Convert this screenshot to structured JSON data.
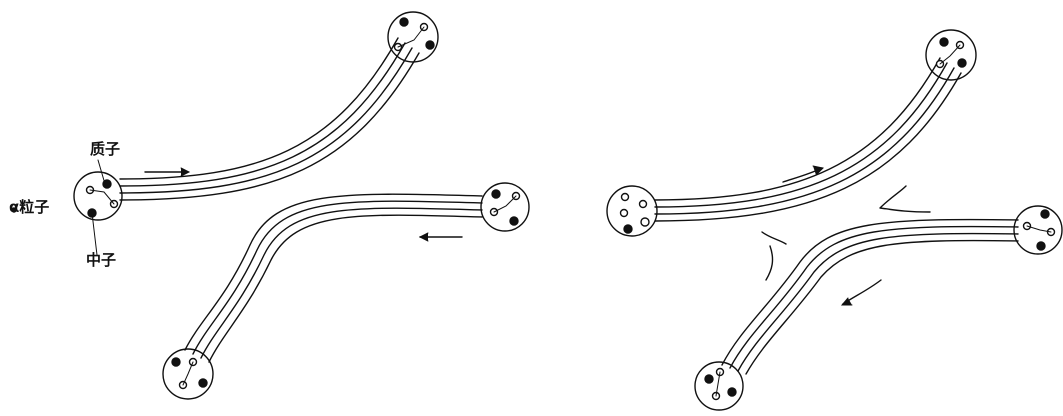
{
  "labels": {
    "proton": "质子",
    "alpha_particle": "α粒子",
    "neutron": "中子"
  },
  "colors": {
    "ink": "#111111",
    "background": "#ffffff"
  }
}
